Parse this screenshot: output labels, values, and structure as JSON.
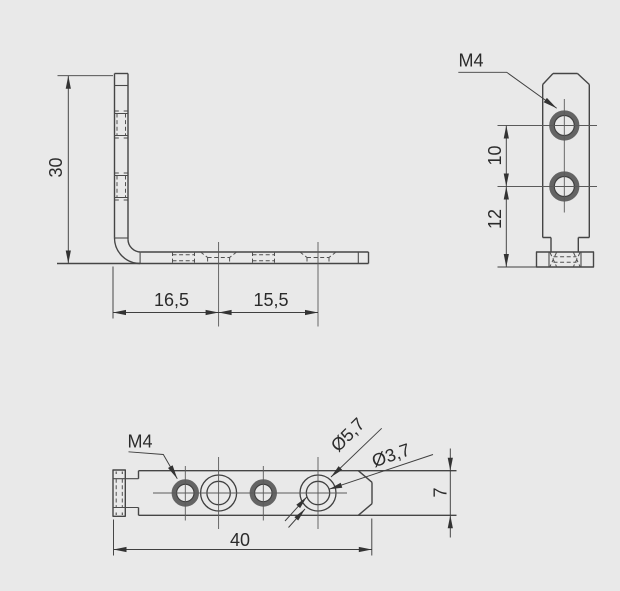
{
  "drawing": {
    "type": "technical-drawing",
    "part": "angle-bracket",
    "colors": {
      "background": "#e9e9e9",
      "outline": "#454545",
      "thread_gray": "#646464",
      "dimension": "#3f3f3f",
      "text": "#2b2b2b"
    },
    "views": {
      "side": {
        "height": "30",
        "hole_offset": "16,5",
        "hole_spacing": "15,5"
      },
      "end": {
        "thread_label": "M4",
        "hole_spacing": "10",
        "bottom_offset": "12"
      },
      "top": {
        "thread_label": "M4",
        "csk_outer_dia": "Ø5,7",
        "csk_inner_dia": "Ø3,7",
        "length": "40",
        "width": "7"
      }
    }
  }
}
